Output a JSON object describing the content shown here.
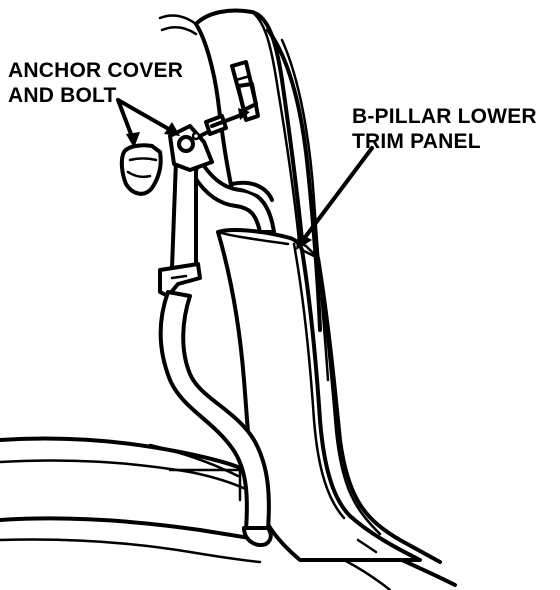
{
  "callouts": {
    "anchor_cover_and_bolt": {
      "line1": "ANCHOR COVER",
      "line2": "AND BOLT"
    },
    "b_pillar_lower_trim_panel": {
      "line1": "B-PILLAR LOWER",
      "line2": "TRIM PANEL"
    }
  },
  "colors": {
    "ink": "#000000",
    "paper": "#ffffff"
  }
}
